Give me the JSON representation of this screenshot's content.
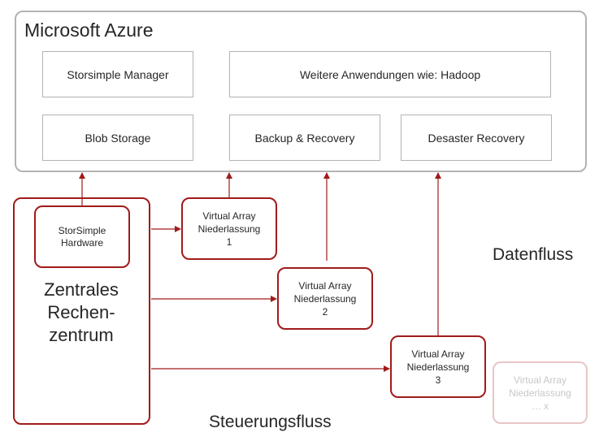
{
  "azure": {
    "title": "Microsoft Azure",
    "services": {
      "storsimple_manager": "Storsimple Manager",
      "other_apps": "Weitere Anwendungen wie: Hadoop",
      "blob_storage": "Blob Storage",
      "backup_recovery": "Backup & Recovery",
      "disaster_recovery": "Desaster Recovery"
    }
  },
  "datacenter": {
    "label": "Zentrales\nRechen-\nzentrum",
    "hardware": "StorSimple\nHardware"
  },
  "virtual_arrays": [
    {
      "label": "Virtual Array\nNiederlassung\n1"
    },
    {
      "label": "Virtual Array\nNiederlassung\n2"
    },
    {
      "label": "Virtual Array\nNiederlassung\n3"
    },
    {
      "label": "Virtual Array\nNiederlassung\n… x"
    }
  ],
  "labels": {
    "data_flow": "Datenfluss",
    "control_flow": "Steuerungsfluss"
  },
  "colors": {
    "arrow": "#a01b1b",
    "box_border_gray": "#b3b3b3",
    "box_border_red": "#a01b1b"
  }
}
